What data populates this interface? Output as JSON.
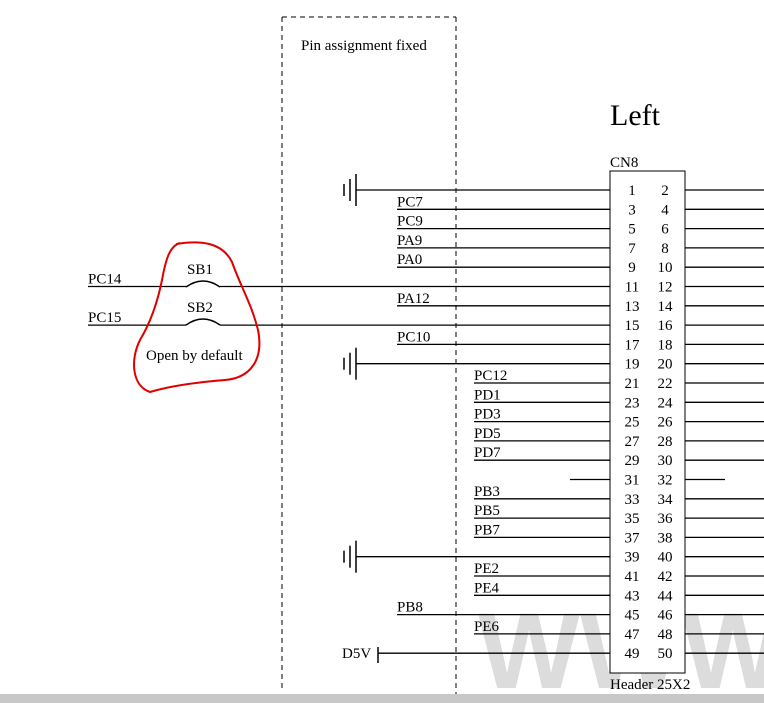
{
  "pin_assignment_label": "Pin assignment fixed",
  "side_label": "Left",
  "connector": {
    "ref": "CN8",
    "part": "Header 25X2"
  },
  "pin_numbers_odd": [
    "1",
    "3",
    "5",
    "7",
    "9",
    "11",
    "13",
    "15",
    "17",
    "19",
    "21",
    "23",
    "25",
    "27",
    "29",
    "31",
    "33",
    "35",
    "37",
    "39",
    "41",
    "43",
    "45",
    "47",
    "49"
  ],
  "pin_numbers_even": [
    "2",
    "4",
    "6",
    "8",
    "10",
    "12",
    "14",
    "16",
    "18",
    "20",
    "22",
    "24",
    "26",
    "28",
    "30",
    "32",
    "34",
    "36",
    "38",
    "40",
    "42",
    "44",
    "46",
    "48",
    "50"
  ],
  "ground_symbols": [
    "ground-1",
    "ground-19",
    "ground-39"
  ],
  "nets": [
    {
      "pin": "3",
      "label": "PC7"
    },
    {
      "pin": "5",
      "label": "PC9"
    },
    {
      "pin": "7",
      "label": "PA9"
    },
    {
      "pin": "9",
      "label": "PA0"
    },
    {
      "pin": "11",
      "label": "PC14"
    },
    {
      "pin": "13",
      "label": "PA12"
    },
    {
      "pin": "15",
      "label": "PC15"
    },
    {
      "pin": "17",
      "label": "PC10"
    },
    {
      "pin": "21",
      "label": "PC12"
    },
    {
      "pin": "23",
      "label": "PD1"
    },
    {
      "pin": "25",
      "label": "PD3"
    },
    {
      "pin": "27",
      "label": "PD5"
    },
    {
      "pin": "29",
      "label": "PD7"
    },
    {
      "pin": "33",
      "label": "PB3"
    },
    {
      "pin": "35",
      "label": "PB5"
    },
    {
      "pin": "37",
      "label": "PB7"
    },
    {
      "pin": "41",
      "label": "PE2"
    },
    {
      "pin": "43",
      "label": "PE4"
    },
    {
      "pin": "45",
      "label": "PB8"
    },
    {
      "pin": "47",
      "label": "PE6"
    },
    {
      "pin": "49",
      "label": "D5V"
    }
  ],
  "solder_bridges": [
    {
      "ref": "SB1",
      "net": "PC14"
    },
    {
      "ref": "SB2",
      "net": "PC15"
    }
  ],
  "bridge_note": "Open by default",
  "watermark": "WWW",
  "colors": {
    "line": "#000000",
    "annotation": "#e00000",
    "watermark": "#dcdcdc",
    "footer": "#c8c8c8"
  }
}
